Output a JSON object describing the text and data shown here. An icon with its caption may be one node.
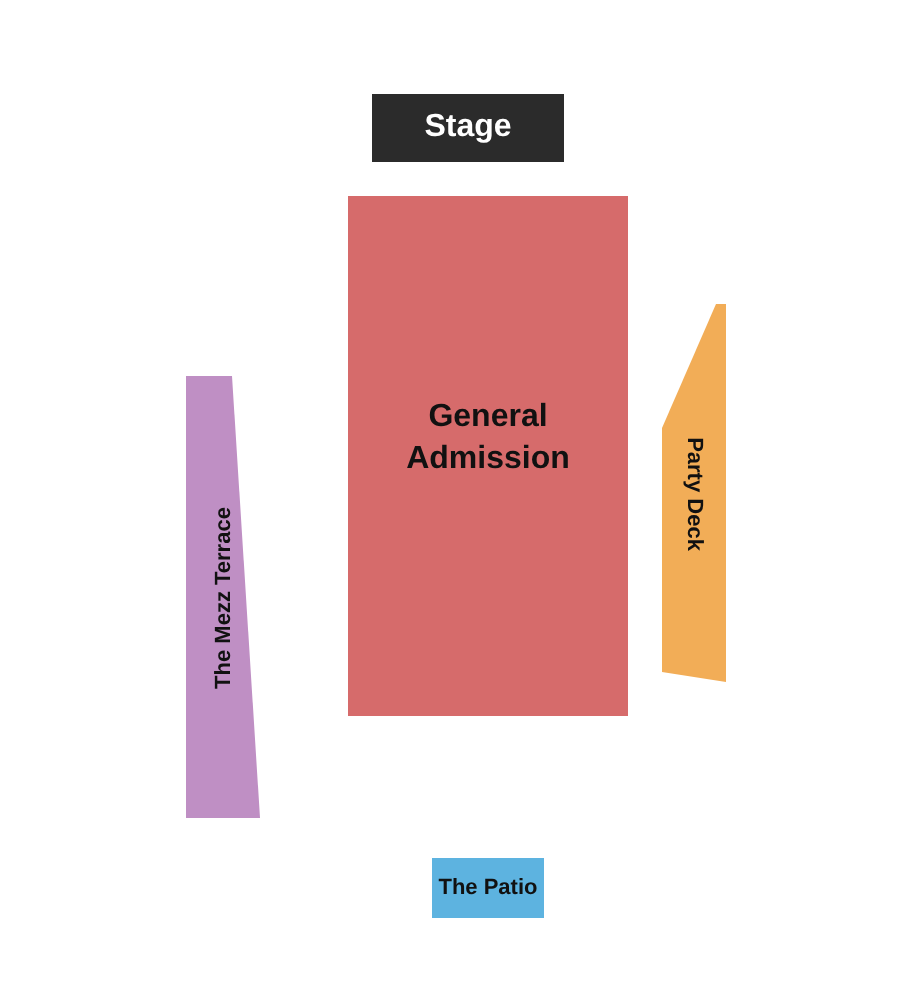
{
  "diagram": {
    "nodes": [
      {
        "text": [
          "Stage"
        ]
      },
      {
        "text": [
          "General Admission"
        ]
      },
      {
        "text": [
          "Party Deck"
        ]
      },
      {
        "text": [
          "The Mezz Terrace"
        ]
      },
      {
        "text": [
          "The Patio"
        ]
      }
    ]
  }
}
